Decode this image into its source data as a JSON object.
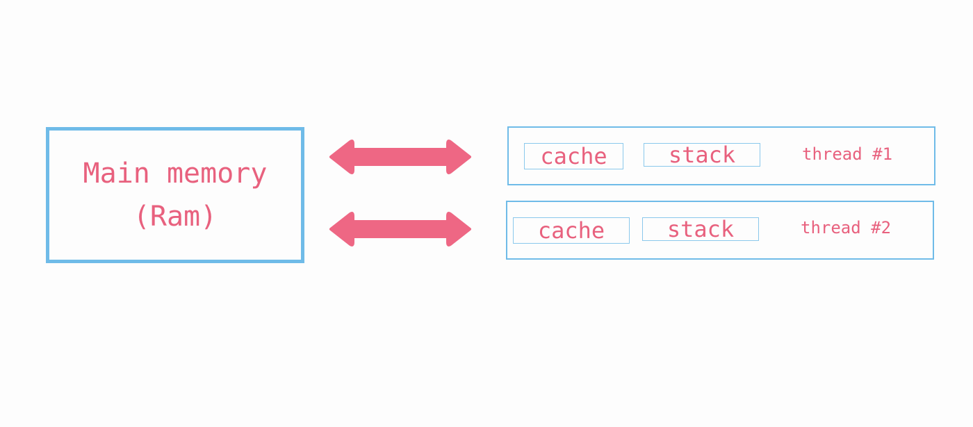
{
  "main_memory": {
    "line1": "Main memory",
    "line2": "(Ram)"
  },
  "threads": [
    {
      "cache_label": "cache",
      "stack_label": "stack",
      "label": "thread #1"
    },
    {
      "cache_label": "cache",
      "stack_label": "stack",
      "label": "thread #2"
    }
  ],
  "colors": {
    "text_accent": "#e8617e",
    "arrow": "#ee6784",
    "box_border": "#6fbbe8",
    "background": "#fdfdfd"
  },
  "icons": {
    "connector": "double-headed-arrow-icon"
  }
}
